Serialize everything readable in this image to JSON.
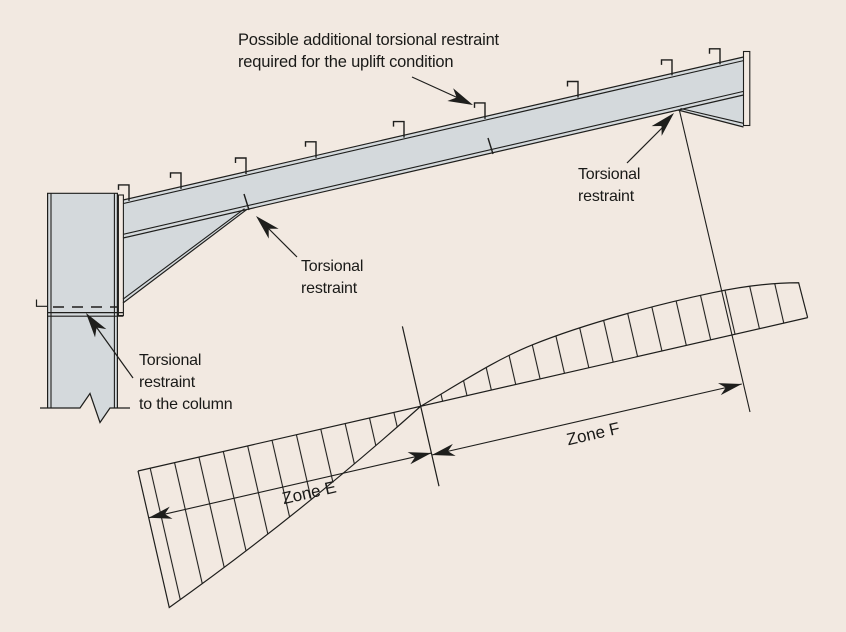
{
  "colors": {
    "background": "#f2e9e1",
    "steel": "#d4d9dc",
    "line": "#1e1e1c",
    "text": "#1a1a18"
  },
  "labels": {
    "uplift_1": "Possible additional torsional restraint",
    "uplift_2": "required for the uplift condition",
    "apex_restraint_1": "Torsional",
    "apex_restraint_2": "restraint",
    "haunch_restraint_1": "Torsional",
    "haunch_restraint_2": "restraint",
    "column_restraint_1": "Torsional",
    "column_restraint_2": "restraint",
    "column_restraint_3": "to the column"
  },
  "moment_diagram": {
    "zone_e": "Zone E",
    "zone_f": "Zone F"
  }
}
